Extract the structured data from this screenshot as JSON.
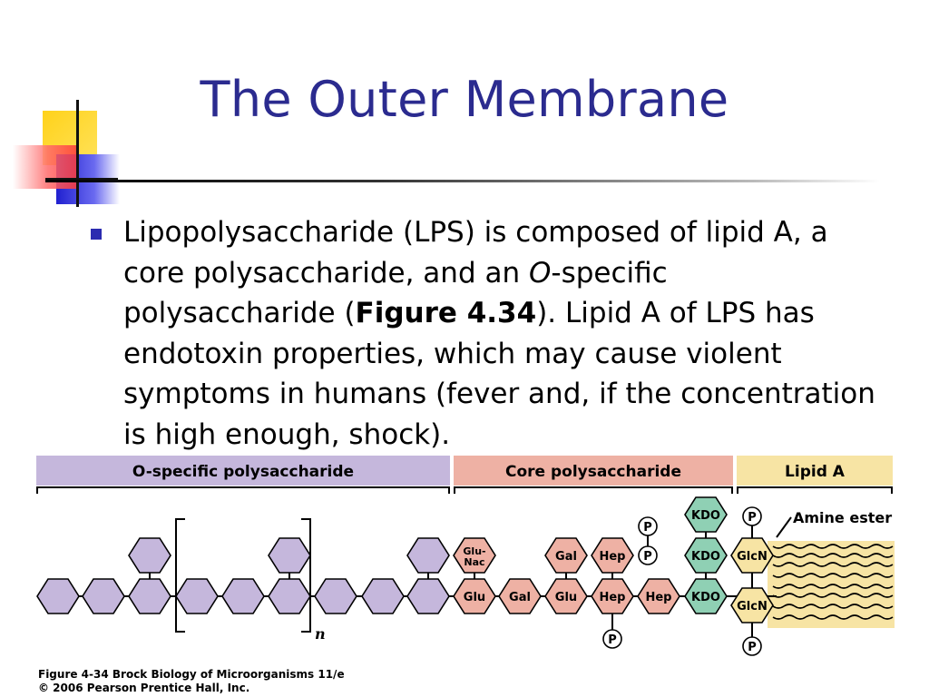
{
  "slide": {
    "title": "The Outer Membrane",
    "bullet_segments": {
      "s1": "Lipopolysaccharide (LPS) is composed of lipid A, a core polysaccharide, and an ",
      "s2": "O",
      "s3": "-specific polysaccharide (",
      "s4": "Figure 4.34",
      "s5": "). Lipid A of LPS has endotoxin properties, which may cause violent symptoms in humans (fever and, if the concentration is high enough, shock)."
    }
  },
  "figure": {
    "region_labels": {
      "o_specific": "O-specific polysaccharide",
      "core": "Core polysaccharide",
      "lipid_a": "Lipid A"
    },
    "repeat_label": "n",
    "amine_ester_label": "Amine ester",
    "sugar_labels": {
      "glunac": "Glu-\nNac",
      "glu": "Glu",
      "gal": "Gal",
      "hep": "Hep",
      "kdo": "KDO",
      "glcn": "GlcN",
      "p": "P"
    },
    "colors": {
      "o_specific": "#c5b7dc",
      "core": "#eeb1a4",
      "lipid_a": "#f7e4a4",
      "kdo": "#8fd0b4",
      "title": "#2b2b8f",
      "bullet": "#2b2bb0"
    }
  },
  "caption": {
    "line1": "Figure 4-34  Brock Biology of Microorganisms 11/e",
    "line2": "© 2006 Pearson Prentice Hall, Inc."
  }
}
